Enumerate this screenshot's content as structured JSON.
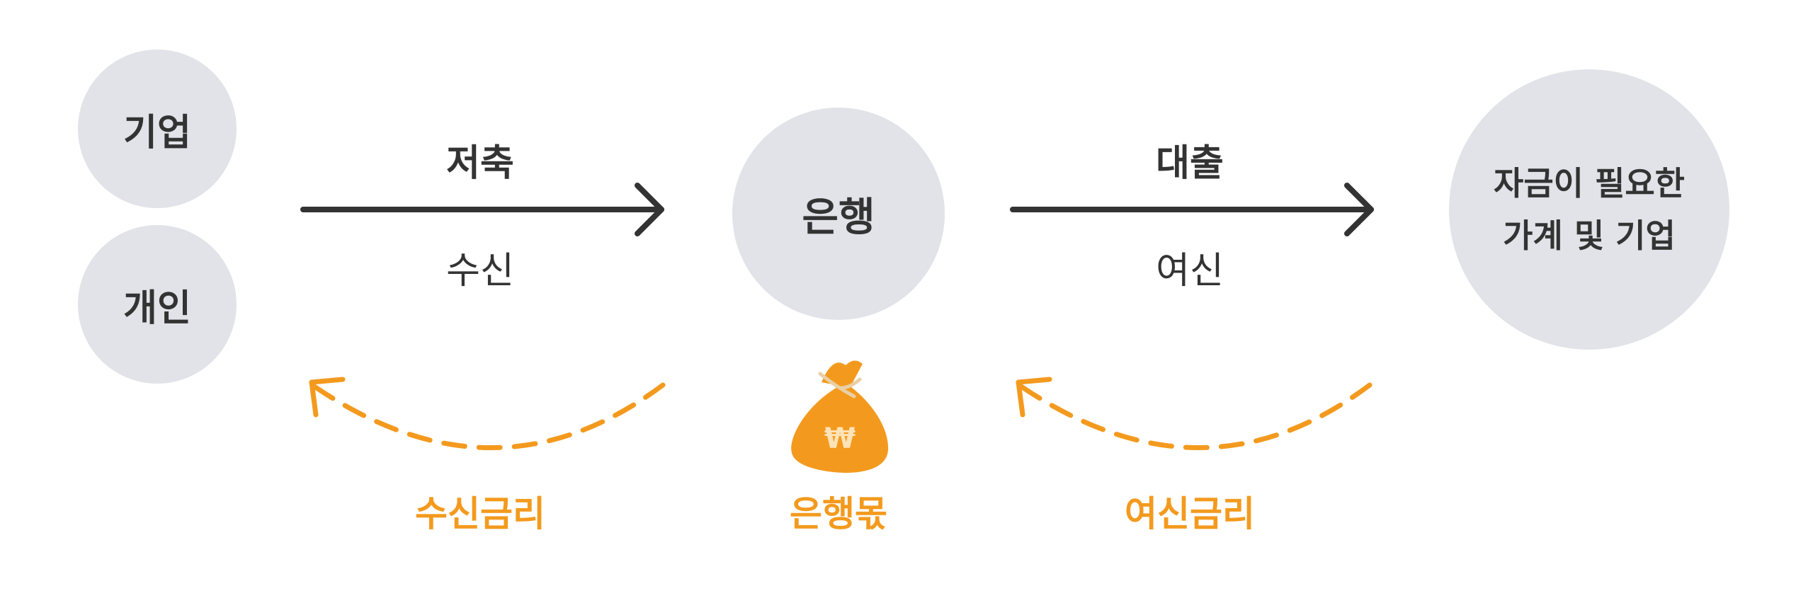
{
  "colors": {
    "circle": "#e1e3e8",
    "arrow": "#333333",
    "accent": "#f39a1e",
    "text": "#333333"
  },
  "sources": {
    "company": "기업",
    "individual": "개인"
  },
  "bank": {
    "label": "은행"
  },
  "borrowers": {
    "line1": "자금이 필요한",
    "line2": "가계 및 기업"
  },
  "flow_left": {
    "title": "저축",
    "subtitle": "수신",
    "rate": "수신금리"
  },
  "flow_right": {
    "title": "대출",
    "subtitle": "여신",
    "rate": "여신금리"
  },
  "bank_share": {
    "label": "은행몫",
    "icon": "money-bag-icon",
    "symbol": "₩"
  }
}
